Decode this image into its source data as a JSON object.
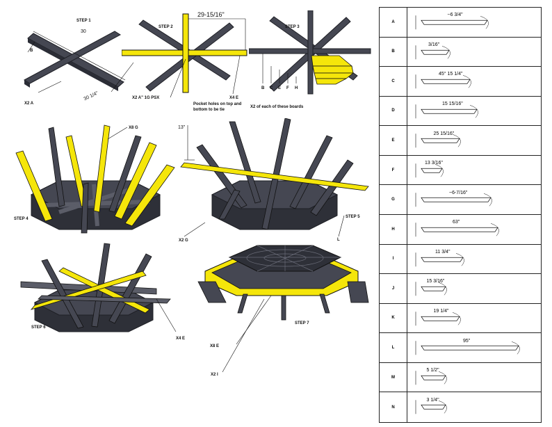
{
  "steps": {
    "step1": {
      "title": "STEP 1",
      "part_label": "X2 A",
      "side_label": "B",
      "dim": "30 1/4\"",
      "dim_top": "30"
    },
    "step2": {
      "title": "STEP 2",
      "dim": "29-15/16\"",
      "label_ab": "X2 A\" 1G PSX",
      "label_ae": "X4 E",
      "note": "Pocket holes on top and bottom to be tie"
    },
    "step3": {
      "title": "STEP 3",
      "letters": [
        "B",
        "C",
        "E",
        "F",
        "H"
      ],
      "note": "X2 of each of these boards"
    },
    "step4": {
      "title": "STEP 4",
      "label": "X8 G"
    },
    "step5": {
      "title": "STEP 5",
      "label": "X2 G",
      "dim_v": "13\"",
      "label_right": "L"
    },
    "step6": {
      "title": "STEP 6",
      "label": "X4 E"
    },
    "step7": {
      "title": "STEP 7",
      "label_a": "X8 E",
      "label_b": "X2 I"
    }
  },
  "cut_list": [
    {
      "letter": "A",
      "dim": "~6 3/4\""
    },
    {
      "letter": "B",
      "dim": "3/16\""
    },
    {
      "letter": "C",
      "dim": "45°  15 1/4\""
    },
    {
      "letter": "D",
      "dim": "15 15/16\""
    },
    {
      "letter": "E",
      "dim": "25 15/16\""
    },
    {
      "letter": "F",
      "dim": "13 3/16\""
    },
    {
      "letter": "G",
      "dim": "~6-7/16\""
    },
    {
      "letter": "H",
      "dim": "63\""
    },
    {
      "letter": "I",
      "dim": "11 3/4\""
    },
    {
      "letter": "J",
      "dim": "15 3/16\""
    },
    {
      "letter": "K",
      "dim": "19 1/4\""
    },
    {
      "letter": "L",
      "dim": "95\""
    },
    {
      "letter": "M",
      "dim": "5 1/2\""
    },
    {
      "letter": "N",
      "dim": "3 1/4\""
    }
  ],
  "colors": {
    "board": "#454752",
    "board_edge": "#1f2026",
    "highlight": "#f5e60a",
    "line": "#111111"
  }
}
